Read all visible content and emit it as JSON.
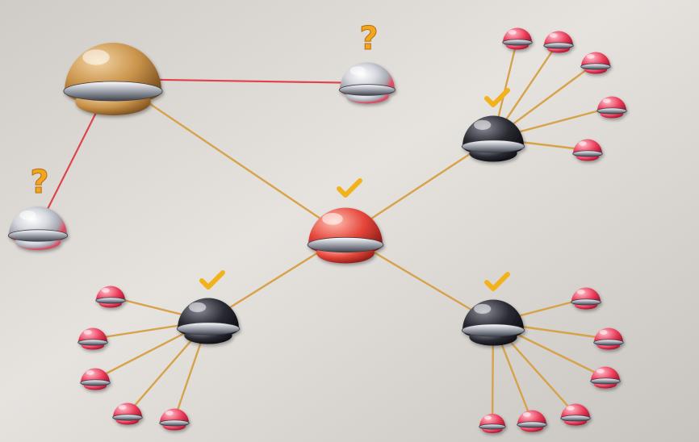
{
  "diagram": {
    "background_color": "#d7d3ce",
    "edge_colors": {
      "red_link": "#e0434a",
      "orange_link": "#d6a24a"
    },
    "node_colors": {
      "hub": "#c9934a",
      "center": "#e5453a",
      "dark": "#2a2a33",
      "leaf": "#e93a57",
      "unknown": "#d8d8de"
    },
    "badges": {
      "question": "?",
      "check": "check-icon"
    },
    "nodes": [
      {
        "id": "hub",
        "type": "hub"
      },
      {
        "id": "unknown-top",
        "type": "unknown",
        "badge": "question"
      },
      {
        "id": "unknown-left",
        "type": "unknown",
        "badge": "question"
      },
      {
        "id": "center",
        "type": "center",
        "badge": "check"
      },
      {
        "id": "dark-top-right",
        "type": "dark",
        "badge": "check"
      },
      {
        "id": "dark-bottom-left",
        "type": "dark",
        "badge": "check"
      },
      {
        "id": "dark-bottom-right",
        "type": "dark",
        "badge": "check"
      },
      {
        "id": "leaf-tr-1",
        "type": "leaf"
      },
      {
        "id": "leaf-tr-2",
        "type": "leaf"
      },
      {
        "id": "leaf-tr-3",
        "type": "leaf"
      },
      {
        "id": "leaf-tr-4",
        "type": "leaf"
      },
      {
        "id": "leaf-tr-5",
        "type": "leaf"
      },
      {
        "id": "leaf-bl-1",
        "type": "leaf"
      },
      {
        "id": "leaf-bl-2",
        "type": "leaf"
      },
      {
        "id": "leaf-bl-3",
        "type": "leaf"
      },
      {
        "id": "leaf-bl-4",
        "type": "leaf"
      },
      {
        "id": "leaf-bl-5",
        "type": "leaf"
      },
      {
        "id": "leaf-br-1",
        "type": "leaf"
      },
      {
        "id": "leaf-br-2",
        "type": "leaf"
      },
      {
        "id": "leaf-br-3",
        "type": "leaf"
      },
      {
        "id": "leaf-br-4",
        "type": "leaf"
      },
      {
        "id": "leaf-br-5",
        "type": "leaf"
      },
      {
        "id": "leaf-br-6",
        "type": "leaf"
      }
    ],
    "edges": [
      {
        "from": "hub",
        "to": "unknown-top",
        "style": "red_link"
      },
      {
        "from": "hub",
        "to": "unknown-left",
        "style": "red_link"
      },
      {
        "from": "hub",
        "to": "center",
        "style": "orange_link"
      },
      {
        "from": "center",
        "to": "dark-top-right",
        "style": "orange_link"
      },
      {
        "from": "center",
        "to": "dark-bottom-left",
        "style": "orange_link"
      },
      {
        "from": "center",
        "to": "dark-bottom-right",
        "style": "orange_link"
      },
      {
        "from": "dark-top-right",
        "to": "leaf-tr-1",
        "style": "orange_link"
      },
      {
        "from": "dark-top-right",
        "to": "leaf-tr-2",
        "style": "orange_link"
      },
      {
        "from": "dark-top-right",
        "to": "leaf-tr-3",
        "style": "orange_link"
      },
      {
        "from": "dark-top-right",
        "to": "leaf-tr-4",
        "style": "orange_link"
      },
      {
        "from": "dark-top-right",
        "to": "leaf-tr-5",
        "style": "orange_link"
      },
      {
        "from": "dark-bottom-left",
        "to": "leaf-bl-1",
        "style": "orange_link"
      },
      {
        "from": "dark-bottom-left",
        "to": "leaf-bl-2",
        "style": "orange_link"
      },
      {
        "from": "dark-bottom-left",
        "to": "leaf-bl-3",
        "style": "orange_link"
      },
      {
        "from": "dark-bottom-left",
        "to": "leaf-bl-4",
        "style": "orange_link"
      },
      {
        "from": "dark-bottom-left",
        "to": "leaf-bl-5",
        "style": "orange_link"
      },
      {
        "from": "dark-bottom-right",
        "to": "leaf-br-1",
        "style": "orange_link"
      },
      {
        "from": "dark-bottom-right",
        "to": "leaf-br-2",
        "style": "orange_link"
      },
      {
        "from": "dark-bottom-right",
        "to": "leaf-br-3",
        "style": "orange_link"
      },
      {
        "from": "dark-bottom-right",
        "to": "leaf-br-4",
        "style": "orange_link"
      },
      {
        "from": "dark-bottom-right",
        "to": "leaf-br-5",
        "style": "orange_link"
      },
      {
        "from": "dark-bottom-right",
        "to": "leaf-br-6",
        "style": "orange_link"
      }
    ]
  }
}
